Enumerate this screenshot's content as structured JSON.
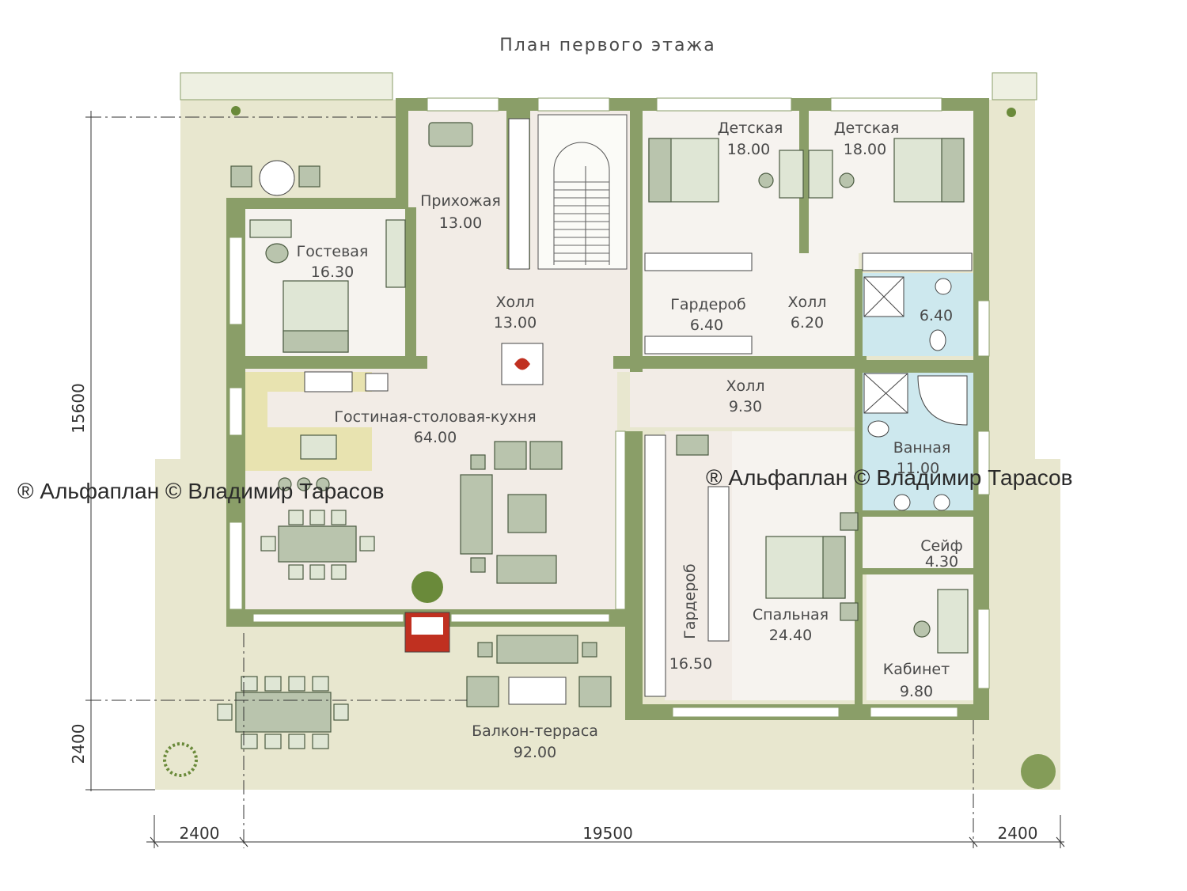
{
  "title": "План первого этажа",
  "watermarks": [
    "® Альфаплан  © Владимир Тарасов",
    "® Альфаплан  © Владимир Тарасов"
  ],
  "rooms": [
    {
      "id": "prihozhaya",
      "name": "Прихожая",
      "area": "13.00"
    },
    {
      "id": "gostevaya",
      "name": "Гостевая",
      "area": "16.30"
    },
    {
      "id": "holl1",
      "name": "Холл",
      "area": "13.00"
    },
    {
      "id": "detskaya1",
      "name": "Детская",
      "area": "18.00"
    },
    {
      "id": "detskaya2",
      "name": "Детская",
      "area": "18.00"
    },
    {
      "id": "garderob1",
      "name": "Гардероб",
      "area": "6.40"
    },
    {
      "id": "holl2",
      "name": "Холл",
      "area": "6.20"
    },
    {
      "id": "sanuzel",
      "name": "",
      "area": "6.40"
    },
    {
      "id": "holl3",
      "name": "Холл",
      "area": "9.30"
    },
    {
      "id": "gostinaya",
      "name": "Гостиная-столовая-кухня",
      "area": "64.00"
    },
    {
      "id": "vannaya",
      "name": "Ванная",
      "area": "11.00"
    },
    {
      "id": "seif",
      "name": "Сейф",
      "area": "4.30"
    },
    {
      "id": "spalnaya",
      "name": "Спальная",
      "area": "24.40"
    },
    {
      "id": "garderob2",
      "name": "Гардероб",
      "area": "16.50"
    },
    {
      "id": "kabinet",
      "name": "Кабинет",
      "area": "9.80"
    },
    {
      "id": "terrasa",
      "name": "Балкон-терраса",
      "area": "92.00"
    }
  ],
  "dimensions": {
    "bottom": [
      "2400",
      "19500",
      "2400"
    ],
    "left": [
      "15600",
      "2400"
    ]
  },
  "colors": {
    "wall": "#8a9e68",
    "terrace": "#e8e7cf",
    "floor": "#f6f3ef",
    "bath": "#cde8ee",
    "kitchen": "#e8e3b0"
  }
}
